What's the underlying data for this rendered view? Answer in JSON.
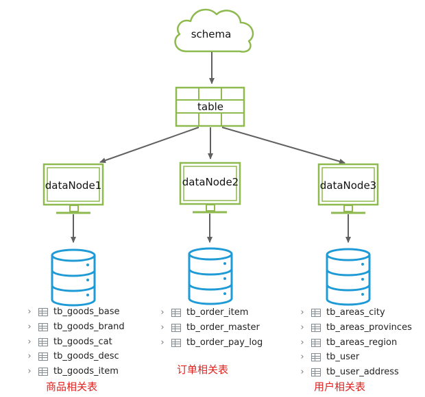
{
  "schema_label": "schema",
  "table_label": "table",
  "nodes": [
    {
      "label": "dataNode1",
      "tables": [
        "tb_goods_base",
        "tb_goods_brand",
        "tb_goods_cat",
        "tb_goods_desc",
        "tb_goods_item"
      ],
      "caption": "商品相关表"
    },
    {
      "label": "dataNode2",
      "tables": [
        "tb_order_item",
        "tb_order_master",
        "tb_order_pay_log"
      ],
      "caption": "订单相关表"
    },
    {
      "label": "dataNode3",
      "tables": [
        "tb_areas_city",
        "tb_areas_provinces",
        "tb_areas_region",
        "tb_user",
        "tb_user_address"
      ],
      "caption": "用户相关表"
    }
  ],
  "colors": {
    "green_stroke": "#8db94f",
    "db_blue": "#1e9ad6",
    "arrow": "#606060",
    "caption_red": "#e0201c"
  }
}
